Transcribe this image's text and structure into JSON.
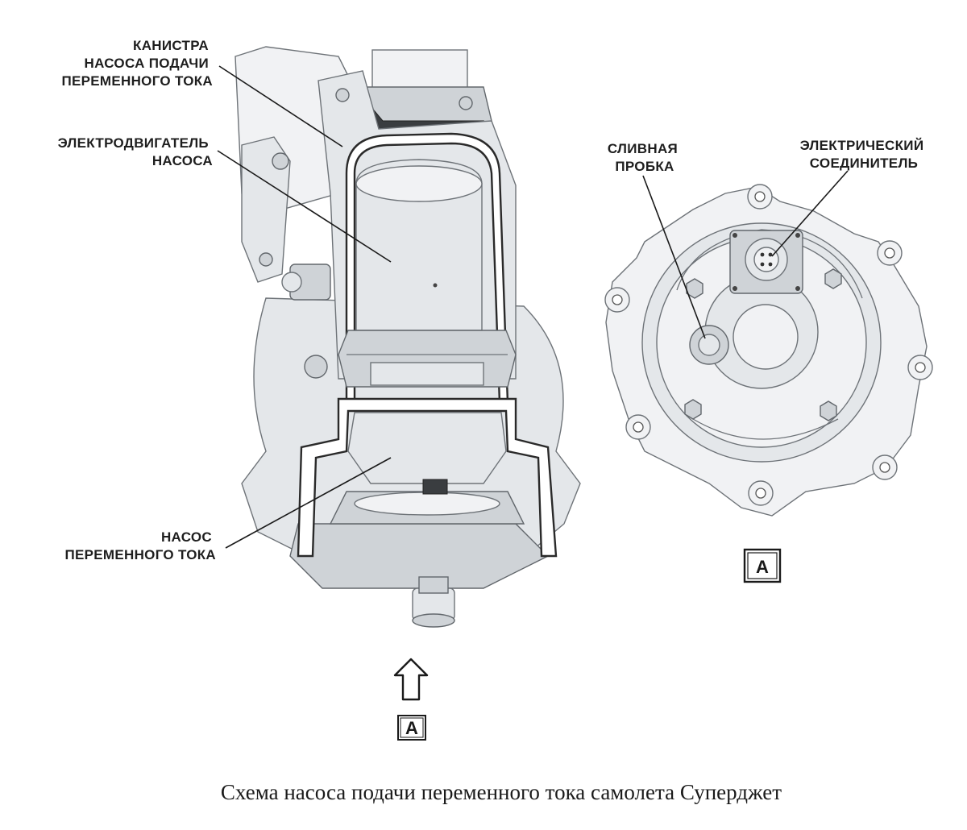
{
  "labels": {
    "canister_l1": "КАНИСТРА",
    "canister_l2": "НАСОСА ПОДАЧИ",
    "canister_l3": "ПЕРЕМЕННОГО ТОКА",
    "motor_l1": "ЭЛЕКТРОДВИГАТЕЛЬ",
    "motor_l2": "НАСОСА",
    "pump_l1": "НАСОС",
    "pump_l2": "ПЕРЕМЕННОГО ТОКА",
    "drain_l1": "СЛИВНАЯ",
    "drain_l2": "ПРОБКА",
    "connector_l1": "ЭЛЕКТРИЧЕСКИЙ",
    "connector_l2": "СОЕДИНИТЕЛЬ"
  },
  "view_markers": {
    "arrow_view": "A",
    "detail_view": "A"
  },
  "caption": "Схема насоса подачи переменного тока самолета Суперджет"
}
